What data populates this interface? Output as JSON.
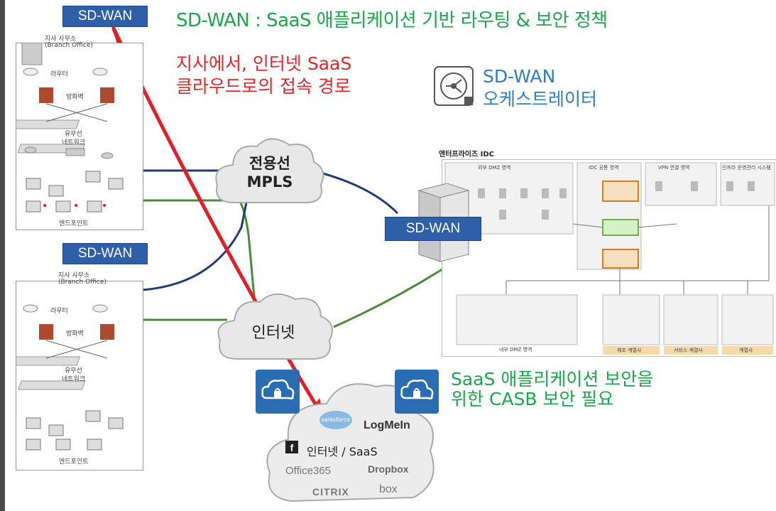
{
  "heading": "SD-WAN : SaaS 애플리케이션 기반 라우팅 & 보안 정책",
  "route_text": [
    "지사에서, 인터넷 SaaS",
    "클라우드로의 접속 경로"
  ],
  "orchestrator": [
    "SD-WAN",
    "오케스트레이터"
  ],
  "sdwan_label": "SD-WAN",
  "branch": {
    "title": "지사 사무소",
    "subtitle": "(Branch Office)",
    "router": "라우터",
    "firewall": "방화벽",
    "network": [
      "유무선",
      "네트워크"
    ],
    "endpoint": "엔드포인트"
  },
  "mpls_cloud": [
    "전용선",
    "MPLS"
  ],
  "internet_cloud": "인터넷",
  "saas_cloud": {
    "label": "인터넷 / SaaS",
    "logos": [
      "salesforce",
      "LogMeIn",
      "Office365",
      "Dropbox",
      "CITRIX",
      "box"
    ]
  },
  "casb_text": [
    "SaaS 애플리케이션 보안을",
    "위한 CASB 보안 필요"
  ],
  "idc": {
    "title": "엔터프라이즈 IDC",
    "zones": [
      "외부 DMZ 영역",
      "IDC 공통 영역",
      "VPN 연결 영역",
      "인프라 운영관리 시스템"
    ],
    "bottom_zones": [
      "내부 DMZ 영역",
      "제조 계열사",
      "서비스 계열사",
      "계열사"
    ]
  },
  "colors": {
    "link_blue": "#1f3a7a",
    "link_green": "#4a8a3a",
    "route_red": "#e51e25",
    "sdwan_box": "#2e5fa8",
    "casb_icon": "#2a6db3",
    "heading_green": "#1aa84a"
  }
}
